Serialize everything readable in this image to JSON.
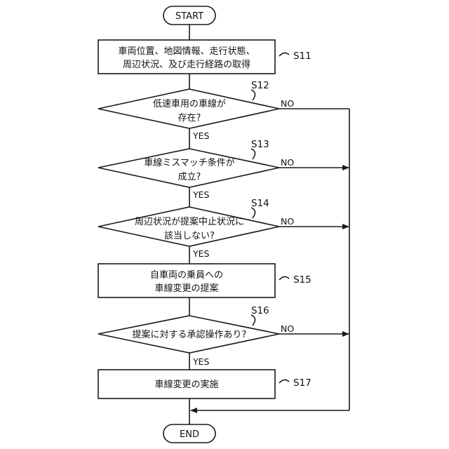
{
  "flowchart": {
    "start": "START",
    "end": "END",
    "steps": {
      "s11": {
        "id": "S11",
        "lines": [
          "車両位置、地図情報、走行状態、",
          "周辺状況、及び走行経路の取得"
        ]
      },
      "s12": {
        "id": "S12",
        "lines": [
          "低速車用の車線が",
          "存在?"
        ],
        "yes": "YES",
        "no": "NO"
      },
      "s13": {
        "id": "S13",
        "lines": [
          "車線ミスマッチ条件が",
          "成立?"
        ],
        "yes": "YES",
        "no": "NO"
      },
      "s14": {
        "id": "S14",
        "lines": [
          "周辺状況が提案中止状況に",
          "該当しない?"
        ],
        "yes": "YES",
        "no": "NO"
      },
      "s15": {
        "id": "S15",
        "lines": [
          "自車両の乗員への",
          "車線変更の提案"
        ]
      },
      "s16": {
        "id": "S16",
        "lines": [
          "提案に対する承認操作あり?"
        ],
        "yes": "YES",
        "no": "NO"
      },
      "s17": {
        "id": "S17",
        "lines": [
          "車線変更の実施"
        ]
      }
    }
  }
}
